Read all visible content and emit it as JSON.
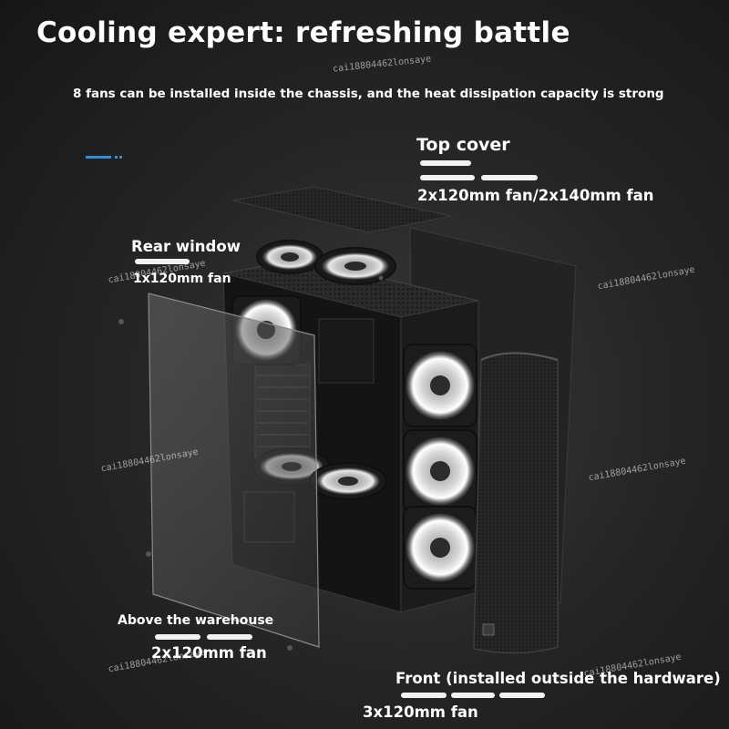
{
  "header": {
    "title": "Cooling expert: refreshing battle",
    "subtitle": "8 fans can be installed inside the chassis, and the heat dissipation capacity is strong"
  },
  "callouts": {
    "top_cover": {
      "title": "Top cover",
      "detail": "2x120mm fan/2x140mm fan"
    },
    "rear_window": {
      "title": "Rear window",
      "detail": "1x120mm fan"
    },
    "above_warehouse": {
      "title": "Above the warehouse",
      "detail": "2x120mm fan"
    },
    "front": {
      "title": "Front (installed outside the hardware)",
      "detail": "3x120mm fan"
    }
  },
  "watermark": "cai18804462lonsaye",
  "colors": {
    "background": "#262626",
    "text": "#ffffff",
    "accent": "#2f8fd6"
  }
}
